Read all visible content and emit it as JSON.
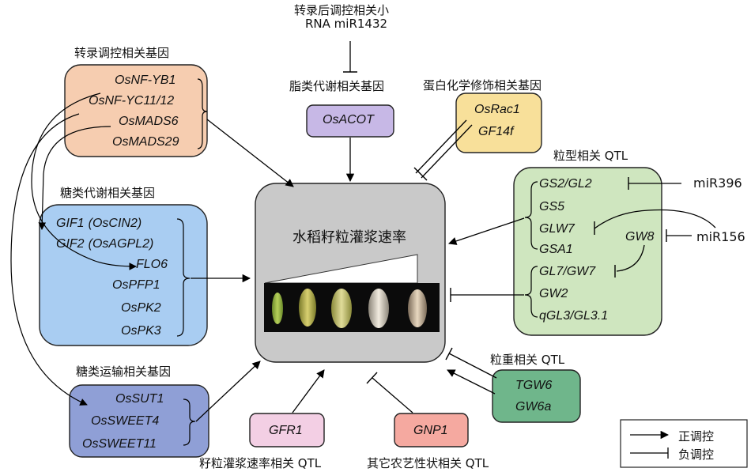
{
  "center": {
    "title": "水稻籽粒灌浆速率"
  },
  "groups": {
    "transcription": {
      "label": "转录调控相关基因",
      "genes": [
        "OsNF-YB1",
        "OsNF-YC11/12",
        "OsMADS6",
        "OsMADS29"
      ]
    },
    "sugar_metabolism": {
      "label": "糖类代谢相关基因",
      "genes": [
        "GIF1",
        "(OsCIN2)",
        "GIF2",
        "(OsAGPL2)",
        "FLO6",
        "OsPFP1",
        "OsPK2",
        "OsPK3"
      ]
    },
    "sugar_transport": {
      "label": "糖类运输相关基因",
      "genes": [
        "OsSUT1",
        "OsSWEET4",
        "OsSWEET11"
      ]
    },
    "lipid": {
      "label": "脂类代谢相关基因",
      "genes": [
        "OsACOT"
      ]
    },
    "mirna": {
      "label_line1": "转录后调控相关小",
      "label_line2": "RNA miR1432"
    },
    "protein_mod": {
      "label": "蛋白化学修饰相关基因",
      "genes": [
        "OsRac1",
        "GF14f"
      ]
    },
    "grain_shape": {
      "label": "粒型相关 QTL",
      "genes": [
        "GS2/GL2",
        "GS5",
        "GLW7",
        "GSA1",
        "GL7/GW7",
        "GW2",
        "qGL3/GL3.1",
        "GW8"
      ],
      "mir396": "miR396",
      "mir156": "miR156"
    },
    "grain_weight": {
      "label": "粒重相关 QTL",
      "genes": [
        "TGW6",
        "GW6a"
      ]
    },
    "gfr": {
      "label": "籽粒灌浆速率相关 QTL",
      "genes": [
        "GFR1"
      ]
    },
    "other": {
      "label": "其它农艺性状相关 QTL",
      "genes": [
        "GNP1"
      ]
    }
  },
  "legend": {
    "positive": "正调控",
    "negative": "负调控"
  },
  "colors": {
    "transcription_fill": "#f6cdb0",
    "sugar_metabolism_fill": "#a9cdf2",
    "sugar_transport_fill": "#8f9fd6",
    "lipid_fill": "#c7b8e6",
    "protein_mod_fill": "#f8e09a",
    "grain_shape_fill": "#cfe6bf",
    "grain_weight_fill": "#6fb68b",
    "gfr_fill": "#f3cfe4",
    "other_fill": "#f5a9a0",
    "center_fill": "#c9c9c9"
  }
}
